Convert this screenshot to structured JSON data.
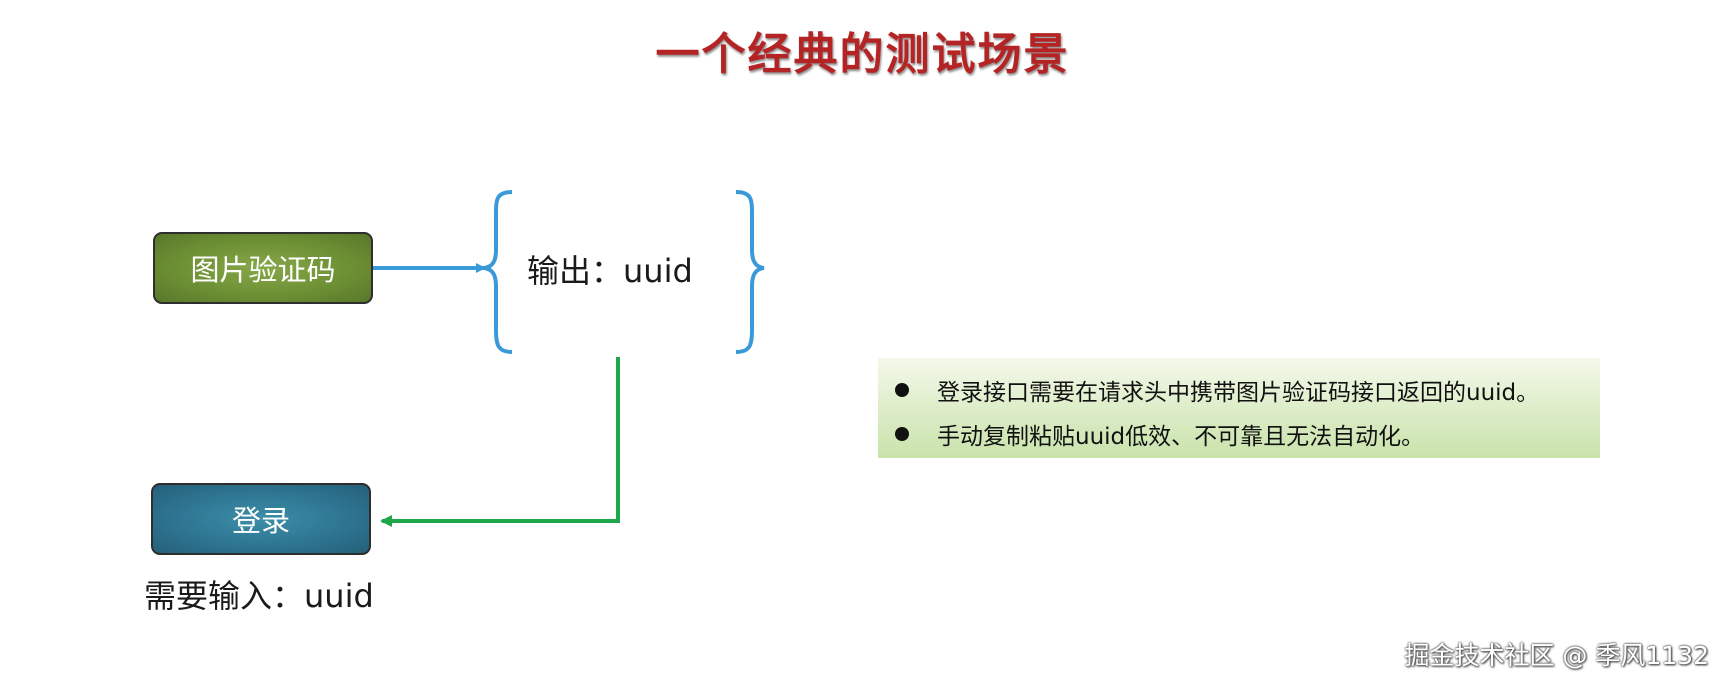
{
  "title": "一个经典的测试场景",
  "nodes": {
    "captcha": "图片验证码",
    "login": "登录"
  },
  "output_text": "输出：uuid",
  "input_note": "需要输入：uuid",
  "bullets": [
    "登录接口需要在请求头中携带图片验证码接口返回的uuid。",
    "手动复制粘贴uuid低效、不可靠且无法自动化。"
  ],
  "watermark": "掘金技术社区 @ 季风1132",
  "colors": {
    "title": "#b52424",
    "captcha_box": "#6c8e33",
    "login_box": "#2d7390",
    "blue_arrow": "#3a9ad9",
    "green_arrow": "#1ea64a",
    "bullet_panel": "#d6eac0"
  }
}
